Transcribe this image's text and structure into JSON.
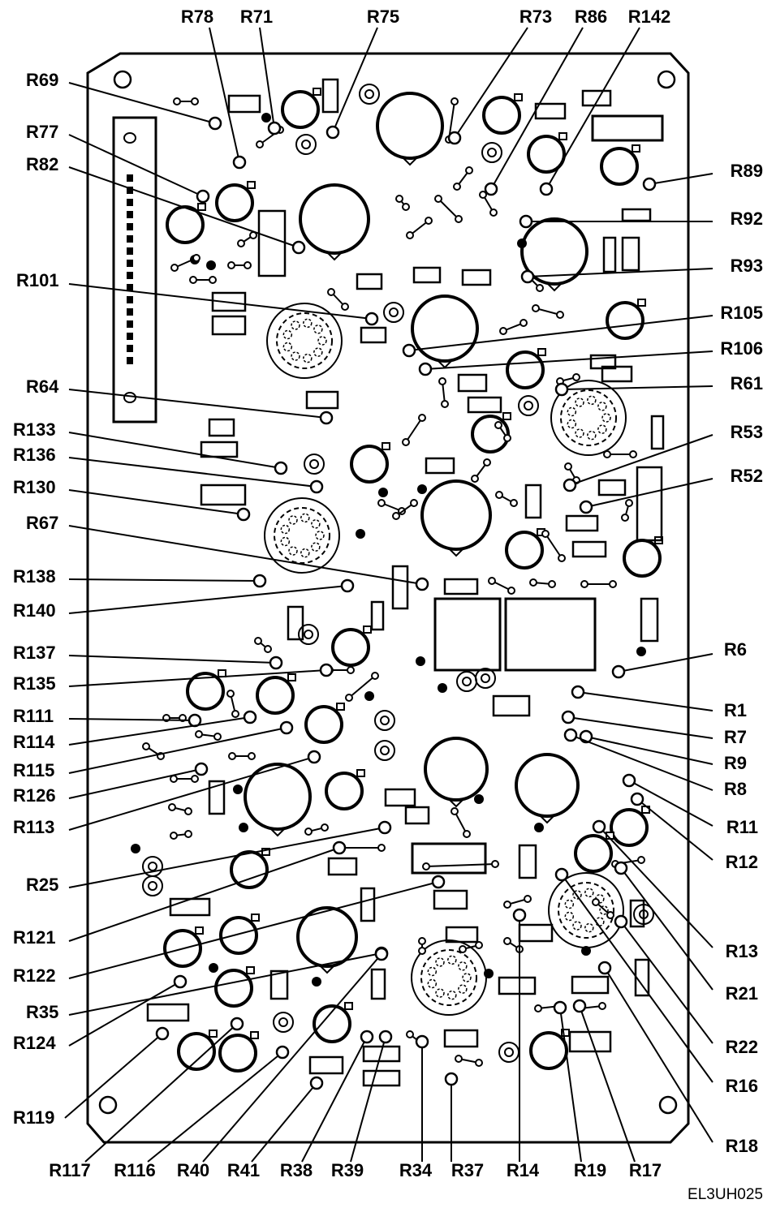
{
  "figure_code": "EL3UH025",
  "callouts": [
    {
      "ref": "R78",
      "side": "top"
    },
    {
      "ref": "R71",
      "side": "top"
    },
    {
      "ref": "R75",
      "side": "top"
    },
    {
      "ref": "R73",
      "side": "top"
    },
    {
      "ref": "R86",
      "side": "top"
    },
    {
      "ref": "R142",
      "side": "top"
    },
    {
      "ref": "R69",
      "side": "left"
    },
    {
      "ref": "R77",
      "side": "left"
    },
    {
      "ref": "R82",
      "side": "left"
    },
    {
      "ref": "R101",
      "side": "left"
    },
    {
      "ref": "R64",
      "side": "left"
    },
    {
      "ref": "R133",
      "side": "left"
    },
    {
      "ref": "R136",
      "side": "left"
    },
    {
      "ref": "R130",
      "side": "left"
    },
    {
      "ref": "R67",
      "side": "left"
    },
    {
      "ref": "R138",
      "side": "left"
    },
    {
      "ref": "R140",
      "side": "left"
    },
    {
      "ref": "R137",
      "side": "left"
    },
    {
      "ref": "R135",
      "side": "left"
    },
    {
      "ref": "R111",
      "side": "left"
    },
    {
      "ref": "R114",
      "side": "left"
    },
    {
      "ref": "R115",
      "side": "left"
    },
    {
      "ref": "R126",
      "side": "left"
    },
    {
      "ref": "R113",
      "side": "left"
    },
    {
      "ref": "R25",
      "side": "left"
    },
    {
      "ref": "R121",
      "side": "left"
    },
    {
      "ref": "R122",
      "side": "left"
    },
    {
      "ref": "R35",
      "side": "left"
    },
    {
      "ref": "R124",
      "side": "left"
    },
    {
      "ref": "R119",
      "side": "left"
    },
    {
      "ref": "R89",
      "side": "right"
    },
    {
      "ref": "R92",
      "side": "right"
    },
    {
      "ref": "R93",
      "side": "right"
    },
    {
      "ref": "R105",
      "side": "right"
    },
    {
      "ref": "R106",
      "side": "right"
    },
    {
      "ref": "R61",
      "side": "right"
    },
    {
      "ref": "R53",
      "side": "right"
    },
    {
      "ref": "R52",
      "side": "right"
    },
    {
      "ref": "R6",
      "side": "right"
    },
    {
      "ref": "R1",
      "side": "right"
    },
    {
      "ref": "R7",
      "side": "right"
    },
    {
      "ref": "R9",
      "side": "right"
    },
    {
      "ref": "R8",
      "side": "right"
    },
    {
      "ref": "R11",
      "side": "right"
    },
    {
      "ref": "R12",
      "side": "right"
    },
    {
      "ref": "R13",
      "side": "right"
    },
    {
      "ref": "R21",
      "side": "right"
    },
    {
      "ref": "R22",
      "side": "right"
    },
    {
      "ref": "R16",
      "side": "right"
    },
    {
      "ref": "R18",
      "side": "right"
    },
    {
      "ref": "R117",
      "side": "bottom"
    },
    {
      "ref": "R116",
      "side": "bottom"
    },
    {
      "ref": "R40",
      "side": "bottom"
    },
    {
      "ref": "R41",
      "side": "bottom"
    },
    {
      "ref": "R38",
      "side": "bottom"
    },
    {
      "ref": "R39",
      "side": "bottom"
    },
    {
      "ref": "R34",
      "side": "bottom"
    },
    {
      "ref": "R37",
      "side": "bottom"
    },
    {
      "ref": "R14",
      "side": "bottom"
    },
    {
      "ref": "R19",
      "side": "bottom"
    },
    {
      "ref": "R17",
      "side": "bottom"
    }
  ]
}
